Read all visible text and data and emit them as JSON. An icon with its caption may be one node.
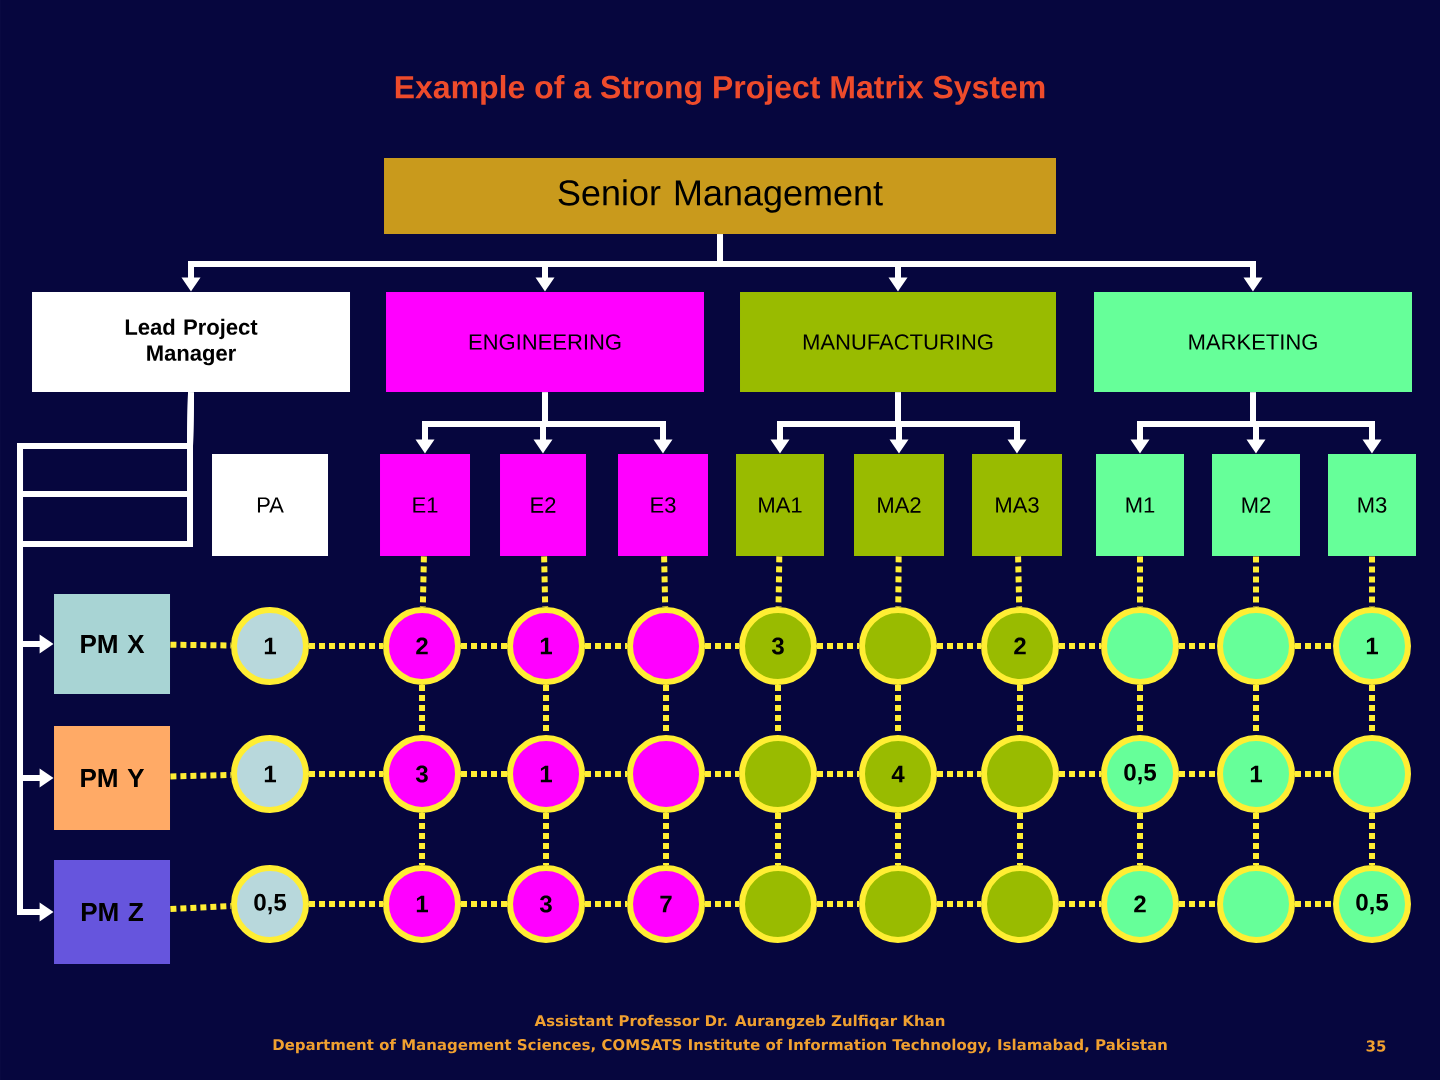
{
  "diagram": {
    "title": "Example of a Strong Project Matrix System",
    "nodes": [
      {
        "text": [
          "Senior Management"
        ]
      },
      {
        "text": [
          "Lead Project Manager"
        ]
      },
      {
        "text": [
          "ENGINEERING"
        ]
      },
      {
        "text": [
          "MANUFACTURING"
        ]
      },
      {
        "text": [
          "MARKETING"
        ]
      },
      {
        "text": [
          "PA"
        ]
      },
      {
        "text": [
          "E1"
        ]
      },
      {
        "text": [
          "E2"
        ]
      },
      {
        "text": [
          "E3"
        ]
      },
      {
        "text": [
          "MA1"
        ]
      },
      {
        "text": [
          "MA2"
        ]
      },
      {
        "text": [
          "MA3"
        ]
      },
      {
        "text": [
          "M1"
        ]
      },
      {
        "text": [
          "M2"
        ]
      },
      {
        "text": [
          "M3"
        ]
      },
      {
        "text": [
          "PM X"
        ]
      },
      {
        "text": [
          "PM Y"
        ]
      },
      {
        "text": [
          "PM Z"
        ]
      },
      {
        "text": [
          "1"
        ]
      },
      {
        "text": [
          "2"
        ]
      },
      {
        "text": [
          "1"
        ]
      },
      {
        "text": [],
        "shape": "circle"
      },
      {
        "text": [
          "3"
        ]
      },
      {
        "text": [],
        "shape": "circle"
      },
      {
        "text": [
          "2"
        ]
      },
      {
        "text": [],
        "shape": "circle"
      },
      {
        "text": [],
        "shape": "circle"
      },
      {
        "text": [
          "1"
        ]
      },
      {
        "text": [
          "1"
        ]
      },
      {
        "text": [
          "3"
        ]
      },
      {
        "text": [
          "1"
        ]
      },
      {
        "text": [],
        "shape": "circle"
      },
      {
        "text": [],
        "shape": "circle"
      },
      {
        "text": [
          "4"
        ]
      },
      {
        "text": [],
        "shape": "circle"
      },
      {
        "text": [
          "0,5"
        ]
      },
      {
        "text": [
          "1"
        ]
      },
      {
        "text": [],
        "shape": "circle"
      },
      {
        "text": [
          "0,5"
        ]
      },
      {
        "text": [
          "1"
        ]
      },
      {
        "text": [
          "3"
        ]
      },
      {
        "text": [
          "7"
        ]
      },
      {
        "text": [],
        "shape": "circle"
      },
      {
        "text": [],
        "shape": "circle"
      },
      {
        "text": [],
        "shape": "circle"
      },
      {
        "text": [
          "2"
        ]
      },
      {
        "text": [],
        "shape": "circle"
      },
      {
        "text": [
          "0,5"
        ]
      }
    ],
    "edges": [
      {
        "from": 0,
        "to": 1,
        "arrow": "to",
        "color": "#ffffff"
      },
      {
        "from": 0,
        "to": 2,
        "arrow": "to",
        "color": "#ffffff"
      },
      {
        "from": 0,
        "to": 3,
        "arrow": "to",
        "color": "#ffffff"
      },
      {
        "from": 0,
        "to": 4,
        "arrow": "to",
        "color": "#ffffff"
      },
      {
        "from": 2,
        "to": 6,
        "arrow": "to",
        "color": "#ffffff"
      },
      {
        "from": 2,
        "to": 7,
        "arrow": "to",
        "color": "#ffffff"
      },
      {
        "from": 2,
        "to": 8,
        "arrow": "to",
        "color": "#ffffff"
      },
      {
        "from": 3,
        "to": 9,
        "arrow": "to",
        "color": "#ffffff"
      },
      {
        "from": 3,
        "to": 10,
        "arrow": "to",
        "color": "#ffffff"
      },
      {
        "from": 3,
        "to": 11,
        "arrow": "to",
        "color": "#ffffff"
      },
      {
        "from": 4,
        "to": 12,
        "arrow": "to",
        "color": "#ffffff"
      },
      {
        "from": 4,
        "to": 13,
        "arrow": "to",
        "color": "#ffffff"
      },
      {
        "from": 4,
        "to": 14,
        "arrow": "to",
        "color": "#ffffff"
      },
      {
        "from": 1,
        "to": 15,
        "arrow": "to",
        "color": "#ffffff"
      },
      {
        "from": 1,
        "to": 16,
        "arrow": "to",
        "color": "#ffffff"
      },
      {
        "from": 1,
        "to": 17,
        "arrow": "to",
        "color": "#ffffff"
      },
      {
        "from": 6,
        "to": 19,
        "arrow": "none",
        "style": "dashed"
      },
      {
        "from": 19,
        "to": 29,
        "arrow": "none",
        "style": "dashed"
      },
      {
        "from": 29,
        "to": 39,
        "arrow": "none",
        "style": "dashed"
      },
      {
        "from": 7,
        "to": 20,
        "arrow": "none",
        "style": "dashed"
      },
      {
        "from": 20,
        "to": 30,
        "arrow": "none",
        "style": "dashed"
      },
      {
        "from": 30,
        "to": 40,
        "arrow": "none",
        "style": "dashed"
      },
      {
        "from": 8,
        "to": 21,
        "arrow": "none",
        "style": "dashed"
      },
      {
        "from": 21,
        "to": 31,
        "arrow": "none",
        "style": "dashed"
      },
      {
        "from": 31,
        "to": 41,
        "arrow": "none",
        "style": "dashed"
      },
      {
        "from": 9,
        "to": 22,
        "arrow": "none",
        "style": "dashed"
      },
      {
        "from": 22,
        "to": 32,
        "arrow": "none",
        "style": "dashed"
      },
      {
        "from": 32,
        "to": 42,
        "arrow": "none",
        "style": "dashed"
      },
      {
        "from": 10,
        "to": 23,
        "arrow": "none",
        "style": "dashed"
      },
      {
        "from": 23,
        "to": 33,
        "arrow": "none",
        "style": "dashed"
      },
      {
        "from": 33,
        "to": 43,
        "arrow": "none",
        "style": "dashed"
      },
      {
        "from": 11,
        "to": 24,
        "arrow": "none",
        "style": "dashed"
      },
      {
        "from": 24,
        "to": 34,
        "arrow": "none",
        "style": "dashed"
      },
      {
        "from": 34,
        "to": 44,
        "arrow": "none",
        "style": "dashed"
      },
      {
        "from": 12,
        "to": 25,
        "arrow": "none",
        "style": "dashed"
      },
      {
        "from": 25,
        "to": 35,
        "arrow": "none",
        "style": "dashed"
      },
      {
        "from": 35,
        "to": 45,
        "arrow": "none",
        "style": "dashed"
      },
      {
        "from": 13,
        "to": 26,
        "arrow": "none",
        "style": "dashed"
      },
      {
        "from": 26,
        "to": 36,
        "arrow": "none",
        "style": "dashed"
      },
      {
        "from": 36,
        "to": 46,
        "arrow": "none",
        "style": "dashed"
      },
      {
        "from": 14,
        "to": 27,
        "arrow": "none",
        "style": "dashed"
      },
      {
        "from": 27,
        "to": 37,
        "arrow": "none",
        "style": "dashed"
      },
      {
        "from": 37,
        "to": 47,
        "arrow": "none",
        "style": "dashed"
      },
      {
        "from": 15,
        "to": 18,
        "arrow": "none",
        "style": "dashed"
      },
      {
        "from": 18,
        "to": 19,
        "arrow": "none",
        "style": "dashed"
      },
      {
        "from": 19,
        "to": 20,
        "arrow": "none",
        "style": "dashed"
      },
      {
        "from": 20,
        "to": 21,
        "arrow": "none",
        "style": "dashed"
      },
      {
        "from": 21,
        "to": 22,
        "arrow": "none",
        "style": "dashed"
      },
      {
        "from": 22,
        "to": 23,
        "arrow": "none",
        "style": "dashed"
      },
      {
        "from": 23,
        "to": 24,
        "arrow": "none",
        "style": "dashed"
      },
      {
        "from": 24,
        "to": 25,
        "arrow": "none",
        "style": "dashed"
      },
      {
        "from": 25,
        "to": 26,
        "arrow": "none",
        "style": "dashed"
      },
      {
        "from": 26,
        "to": 27,
        "arrow": "none",
        "style": "dashed"
      },
      {
        "from": 16,
        "to": 28,
        "arrow": "none",
        "style": "dashed"
      },
      {
        "from": 28,
        "to": 29,
        "arrow": "none",
        "style": "dashed"
      },
      {
        "from": 29,
        "to": 30,
        "arrow": "none",
        "style": "dashed"
      },
      {
        "from": 30,
        "to": 31,
        "arrow": "none",
        "style": "dashed"
      },
      {
        "from": 31,
        "to": 32,
        "arrow": "none",
        "style": "dashed"
      },
      {
        "from": 32,
        "to": 33,
        "arrow": "none",
        "style": "dashed"
      },
      {
        "from": 33,
        "to": 34,
        "arrow": "none",
        "style": "dashed"
      },
      {
        "from": 34,
        "to": 35,
        "arrow": "none",
        "style": "dashed"
      },
      {
        "from": 35,
        "to": 36,
        "arrow": "none",
        "style": "dashed"
      },
      {
        "from": 36,
        "to": 37,
        "arrow": "none",
        "style": "dashed"
      },
      {
        "from": 17,
        "to": 38,
        "arrow": "none",
        "style": "dashed"
      },
      {
        "from": 38,
        "to": 39,
        "arrow": "none",
        "style": "dashed"
      },
      {
        "from": 39,
        "to": 40,
        "arrow": "none",
        "style": "dashed"
      },
      {
        "from": 40,
        "to": 41,
        "arrow": "none",
        "style": "dashed"
      },
      {
        "from": 41,
        "to": 42,
        "arrow": "none",
        "style": "dashed"
      },
      {
        "from": 42,
        "to": 43,
        "arrow": "none",
        "style": "dashed"
      },
      {
        "from": 43,
        "to": 44,
        "arrow": "none",
        "style": "dashed"
      },
      {
        "from": 44,
        "to": 45,
        "arrow": "none",
        "style": "dashed"
      },
      {
        "from": 45,
        "to": 46,
        "arrow": "none",
        "style": "dashed"
      },
      {
        "from": 46,
        "to": 47,
        "arrow": "none",
        "style": "dashed"
      }
    ],
    "labels": [
      "Assistant Professor Dr. Aurangzeb Zulfiqar Khan",
      "Department of Management Sciences, COMSATS Institute of Information Technology, Islamabad, Pakistan",
      "35"
    ]
  }
}
